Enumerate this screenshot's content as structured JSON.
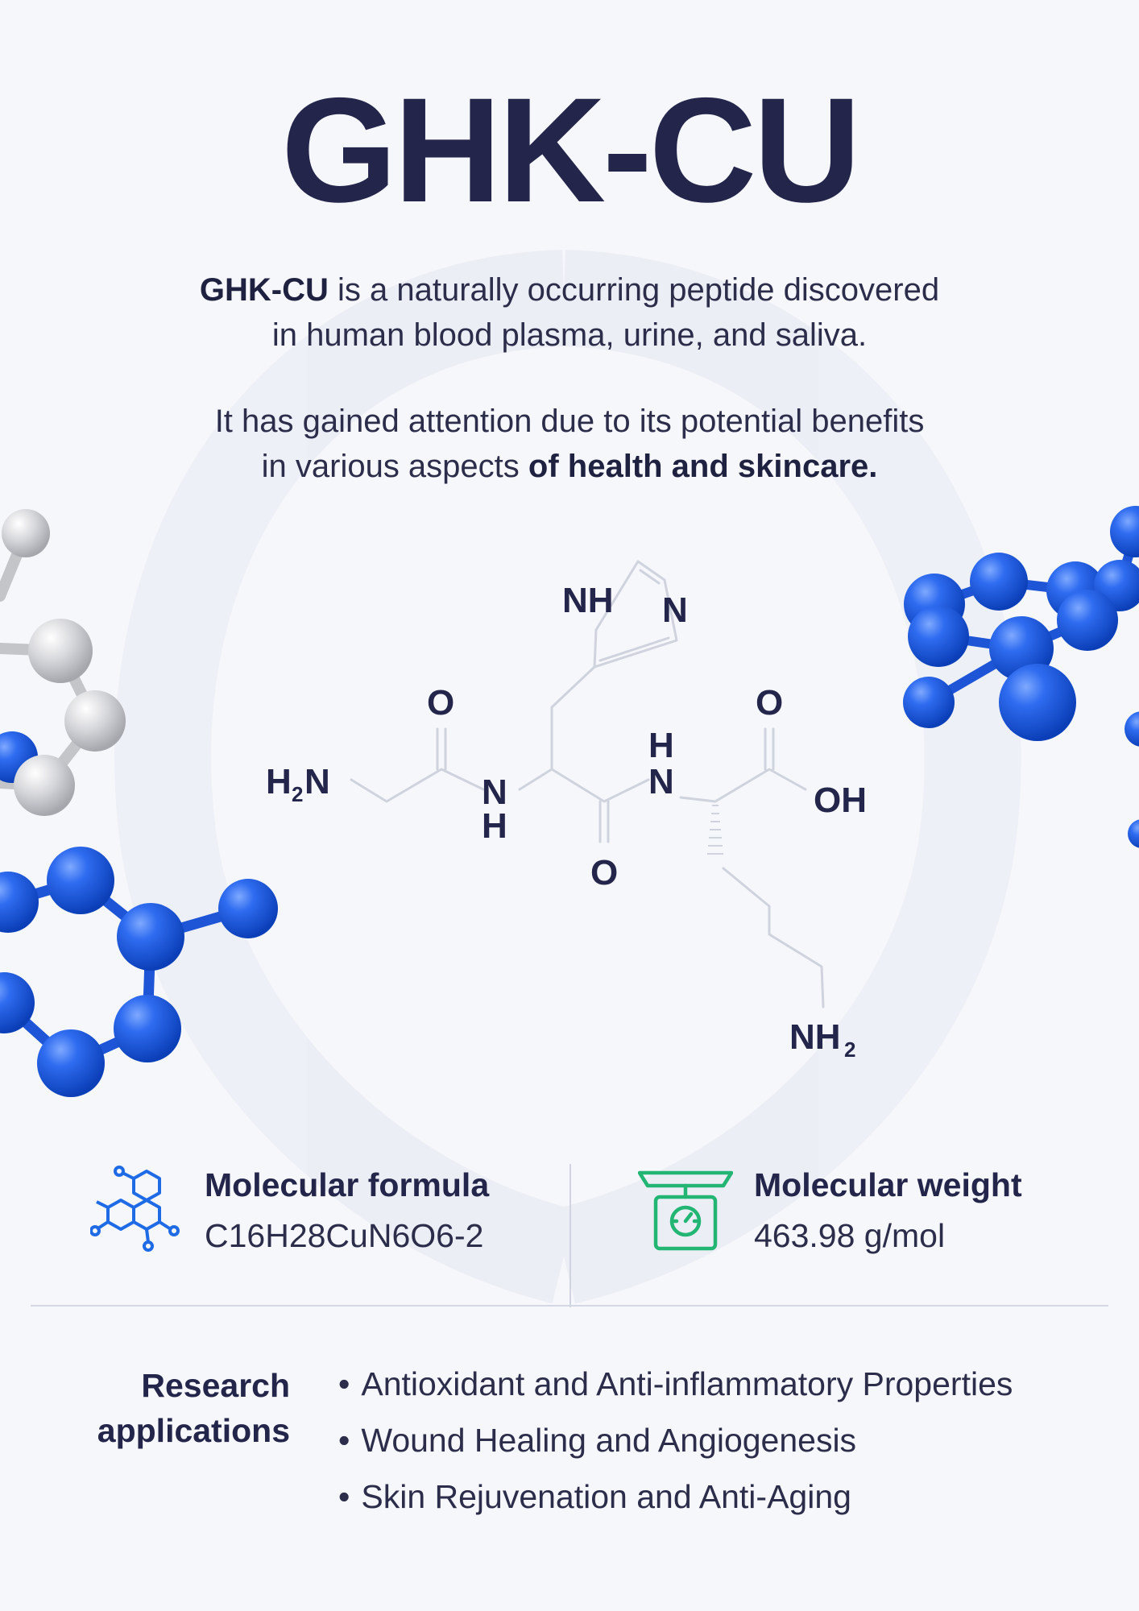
{
  "title": "GHK-CU",
  "intro": {
    "p1_bold": "GHK-CU",
    "p1_line1_rest": " is a naturally occurring peptide discovered",
    "p1_line2": "in human blood plasma, urine, and saliva.",
    "p2_line1": "It has gained attention due to its potential benefits",
    "p2_line2_start": "in various aspects ",
    "p2_line2_bold": "of health and skincare."
  },
  "structure_labels": {
    "h2n_h": "H",
    "h2n_2": "2",
    "h2n_n": "N",
    "o_left": "O",
    "n_amide1": "N",
    "h_amide1": "H",
    "nh_ring": "NH",
    "n_ring": "N",
    "o_mid": "O",
    "h_amide2": "H",
    "n_amide2": "N",
    "o_right": "O",
    "oh": "OH",
    "nh2_n": "NH",
    "nh2_2": "2"
  },
  "formula": {
    "label": "Molecular formula",
    "value": "C16H28CuN6O6-2",
    "icon": "molecule-structure-icon"
  },
  "weight": {
    "label": "Molecular weight",
    "value": "463.98 g/mol",
    "icon": "scale-icon"
  },
  "research": {
    "label_line1": "Research",
    "label_line2": "applications",
    "items": [
      "Antioxidant and Anti-inflammatory Properties",
      "Wound Healing and Angiogenesis",
      "Skin Rejuvenation and Anti-Aging"
    ]
  },
  "colors": {
    "title": "#23254a",
    "accent_blue": "#1f5fe0",
    "accent_green": "#22b573",
    "atom_gray": "#cfd0d4"
  }
}
